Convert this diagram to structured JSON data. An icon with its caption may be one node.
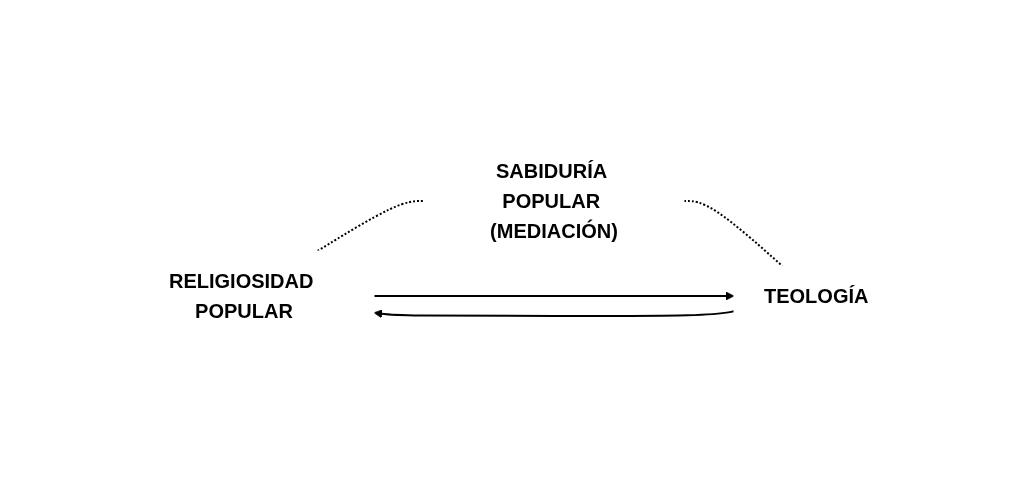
{
  "diagram": {
    "nodes": [
      {
        "text": [
          "RELIGIOSIDAD POPULAR"
        ]
      },
      {
        "text": [
          "SABIDURÍA POPULAR (MEDIACIÓN)"
        ]
      },
      {
        "text": [
          "TEOLOGÍA"
        ]
      }
    ],
    "edges": [
      {
        "from": 0,
        "to": 1,
        "arrow": "none",
        "style": "dashed"
      },
      {
        "from": 1,
        "to": 2,
        "arrow": "none",
        "style": "dashed"
      },
      {
        "from": 0,
        "to": 2,
        "arrow": "to"
      },
      {
        "from": 2,
        "to": 0,
        "arrow": "to"
      }
    ]
  }
}
